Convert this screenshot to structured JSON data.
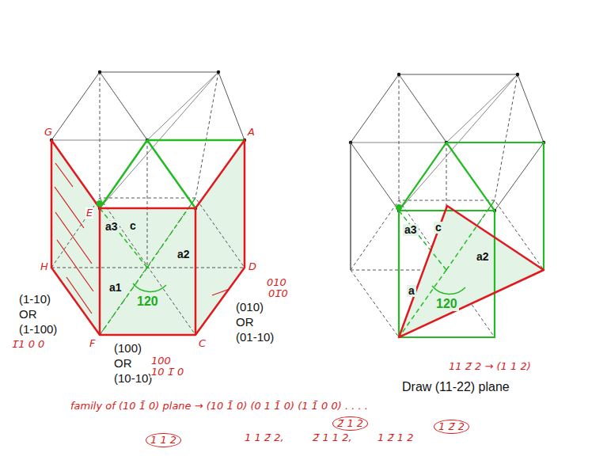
{
  "diagram": {
    "labels": [
      "G",
      "E",
      "A",
      "H",
      "F",
      "C",
      "D",
      "a3",
      "c",
      "a2",
      "a1",
      "120",
      "(1-10)",
      "OR",
      "(1-100)",
      "1̄1 0 0",
      "(100)",
      "OR",
      "(10-10)",
      "100",
      "10 1̄ 0",
      "(010)",
      "OR",
      "(01-10)",
      "010",
      "01̄0",
      "a3",
      "c",
      "a2",
      "a",
      "120",
      "Draw (11-22) plane",
      "11 2̄ 2 → (1 1 2)",
      "family of (10 1̄ 0) plane → (10 1̄ 0)  (0 1 1̄ 0)  (1 1̄ 0 0) . . . .",
      "2̄ 1 2",
      "1 1 2",
      "1 1 2̄ 2,",
      "2̄ 1 1 2,",
      "1 2̄ 1 2",
      "1 2̄ 2"
    ]
  }
}
